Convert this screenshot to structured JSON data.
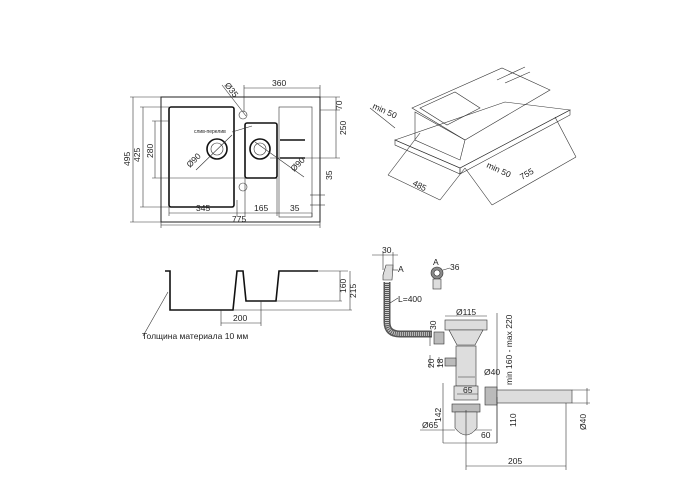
{
  "top_view": {
    "d360": "360",
    "d35_hole": "Ø35",
    "d70": "70",
    "d250": "250",
    "d495": "495",
    "d425": "425",
    "d280": "280",
    "overflow_label": "слив-перелив",
    "d90_left": "Ø90",
    "d90_right": "Ø90",
    "d35_right": "35",
    "d345": "345",
    "d165": "165",
    "d35_bottom": "35",
    "d775": "775"
  },
  "iso_view": {
    "min50_left": "min 50",
    "min50_right": "min 50",
    "d485": "485",
    "d755": "755"
  },
  "section_view": {
    "d160": "160",
    "d215": "215",
    "d200": "200",
    "thickness_note": "Толщина материала 10 мм"
  },
  "siphon": {
    "d30_top": "30",
    "label_a": "A",
    "detail_a": "A",
    "d36": "36",
    "hose_length": "L=400",
    "d115": "Ø115",
    "d30_side": "30",
    "range": "min 160 - max 220",
    "d20": "20",
    "d18": "18",
    "d40_pipe": "Ø40",
    "d65": "65",
    "d142": "142",
    "d110": "110",
    "d65_dia": "Ø65",
    "d60": "60",
    "d40_outlet": "Ø40",
    "d205": "205"
  }
}
